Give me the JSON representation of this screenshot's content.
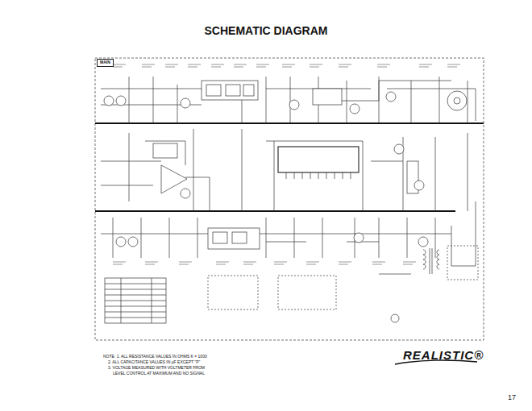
{
  "diagram": {
    "title": "SCHEMATIC DIAGRAM",
    "nodes": [
      {
        "text": [
          "MAIN"
        ]
      }
    ],
    "labels": [
      "17",
      "NOTE: 1. ALL RESISTANCE VALUES IN OHMS K = 1000",
      "2. ALL CAPACITANCE VALUES IN μF EXCEPT \"P\"",
      "3. VOLTAGE MEASURED WITH VOLTMETER FROM",
      "LEVEL CONTROL AT MAXIMUM AND NO SIGNAL",
      "REALISTIC®"
    ]
  }
}
